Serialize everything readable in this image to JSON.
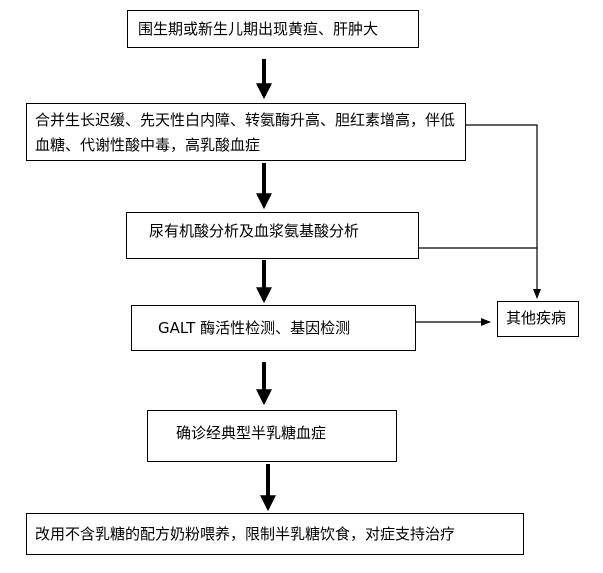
{
  "flowchart": {
    "nodes": [
      {
        "id": "n1",
        "text": "围生期或新生儿期出现黄疸、肝肿大"
      },
      {
        "id": "n2",
        "text": "合并生长迟缓、先天性白内障、转氨酶升高、胆红素增高，伴低血糖、代谢性酸中毒，高乳酸血症"
      },
      {
        "id": "n3",
        "text": "尿有机酸分析及血浆氨基酸分析"
      },
      {
        "id": "n4",
        "text": "GALT 酶活性检测、基因检测"
      },
      {
        "id": "n5",
        "text": "确诊经典型半乳糖血症"
      },
      {
        "id": "n6",
        "text": "改用不含乳糖的配方奶粉喂养，限制半乳糖饮食，对症支持治疗"
      },
      {
        "id": "n7",
        "text": "其他疾病"
      }
    ],
    "edges": [
      {
        "from": "n1",
        "to": "n2",
        "style": "thick"
      },
      {
        "from": "n2",
        "to": "n3",
        "style": "thick"
      },
      {
        "from": "n3",
        "to": "n4",
        "style": "thick"
      },
      {
        "from": "n4",
        "to": "n5",
        "style": "thick"
      },
      {
        "from": "n5",
        "to": "n6",
        "style": "thick"
      },
      {
        "from": "n2",
        "to": "n7",
        "style": "thin"
      },
      {
        "from": "n3",
        "to": "n7",
        "style": "thin"
      },
      {
        "from": "n4",
        "to": "n7",
        "style": "thin"
      }
    ]
  }
}
